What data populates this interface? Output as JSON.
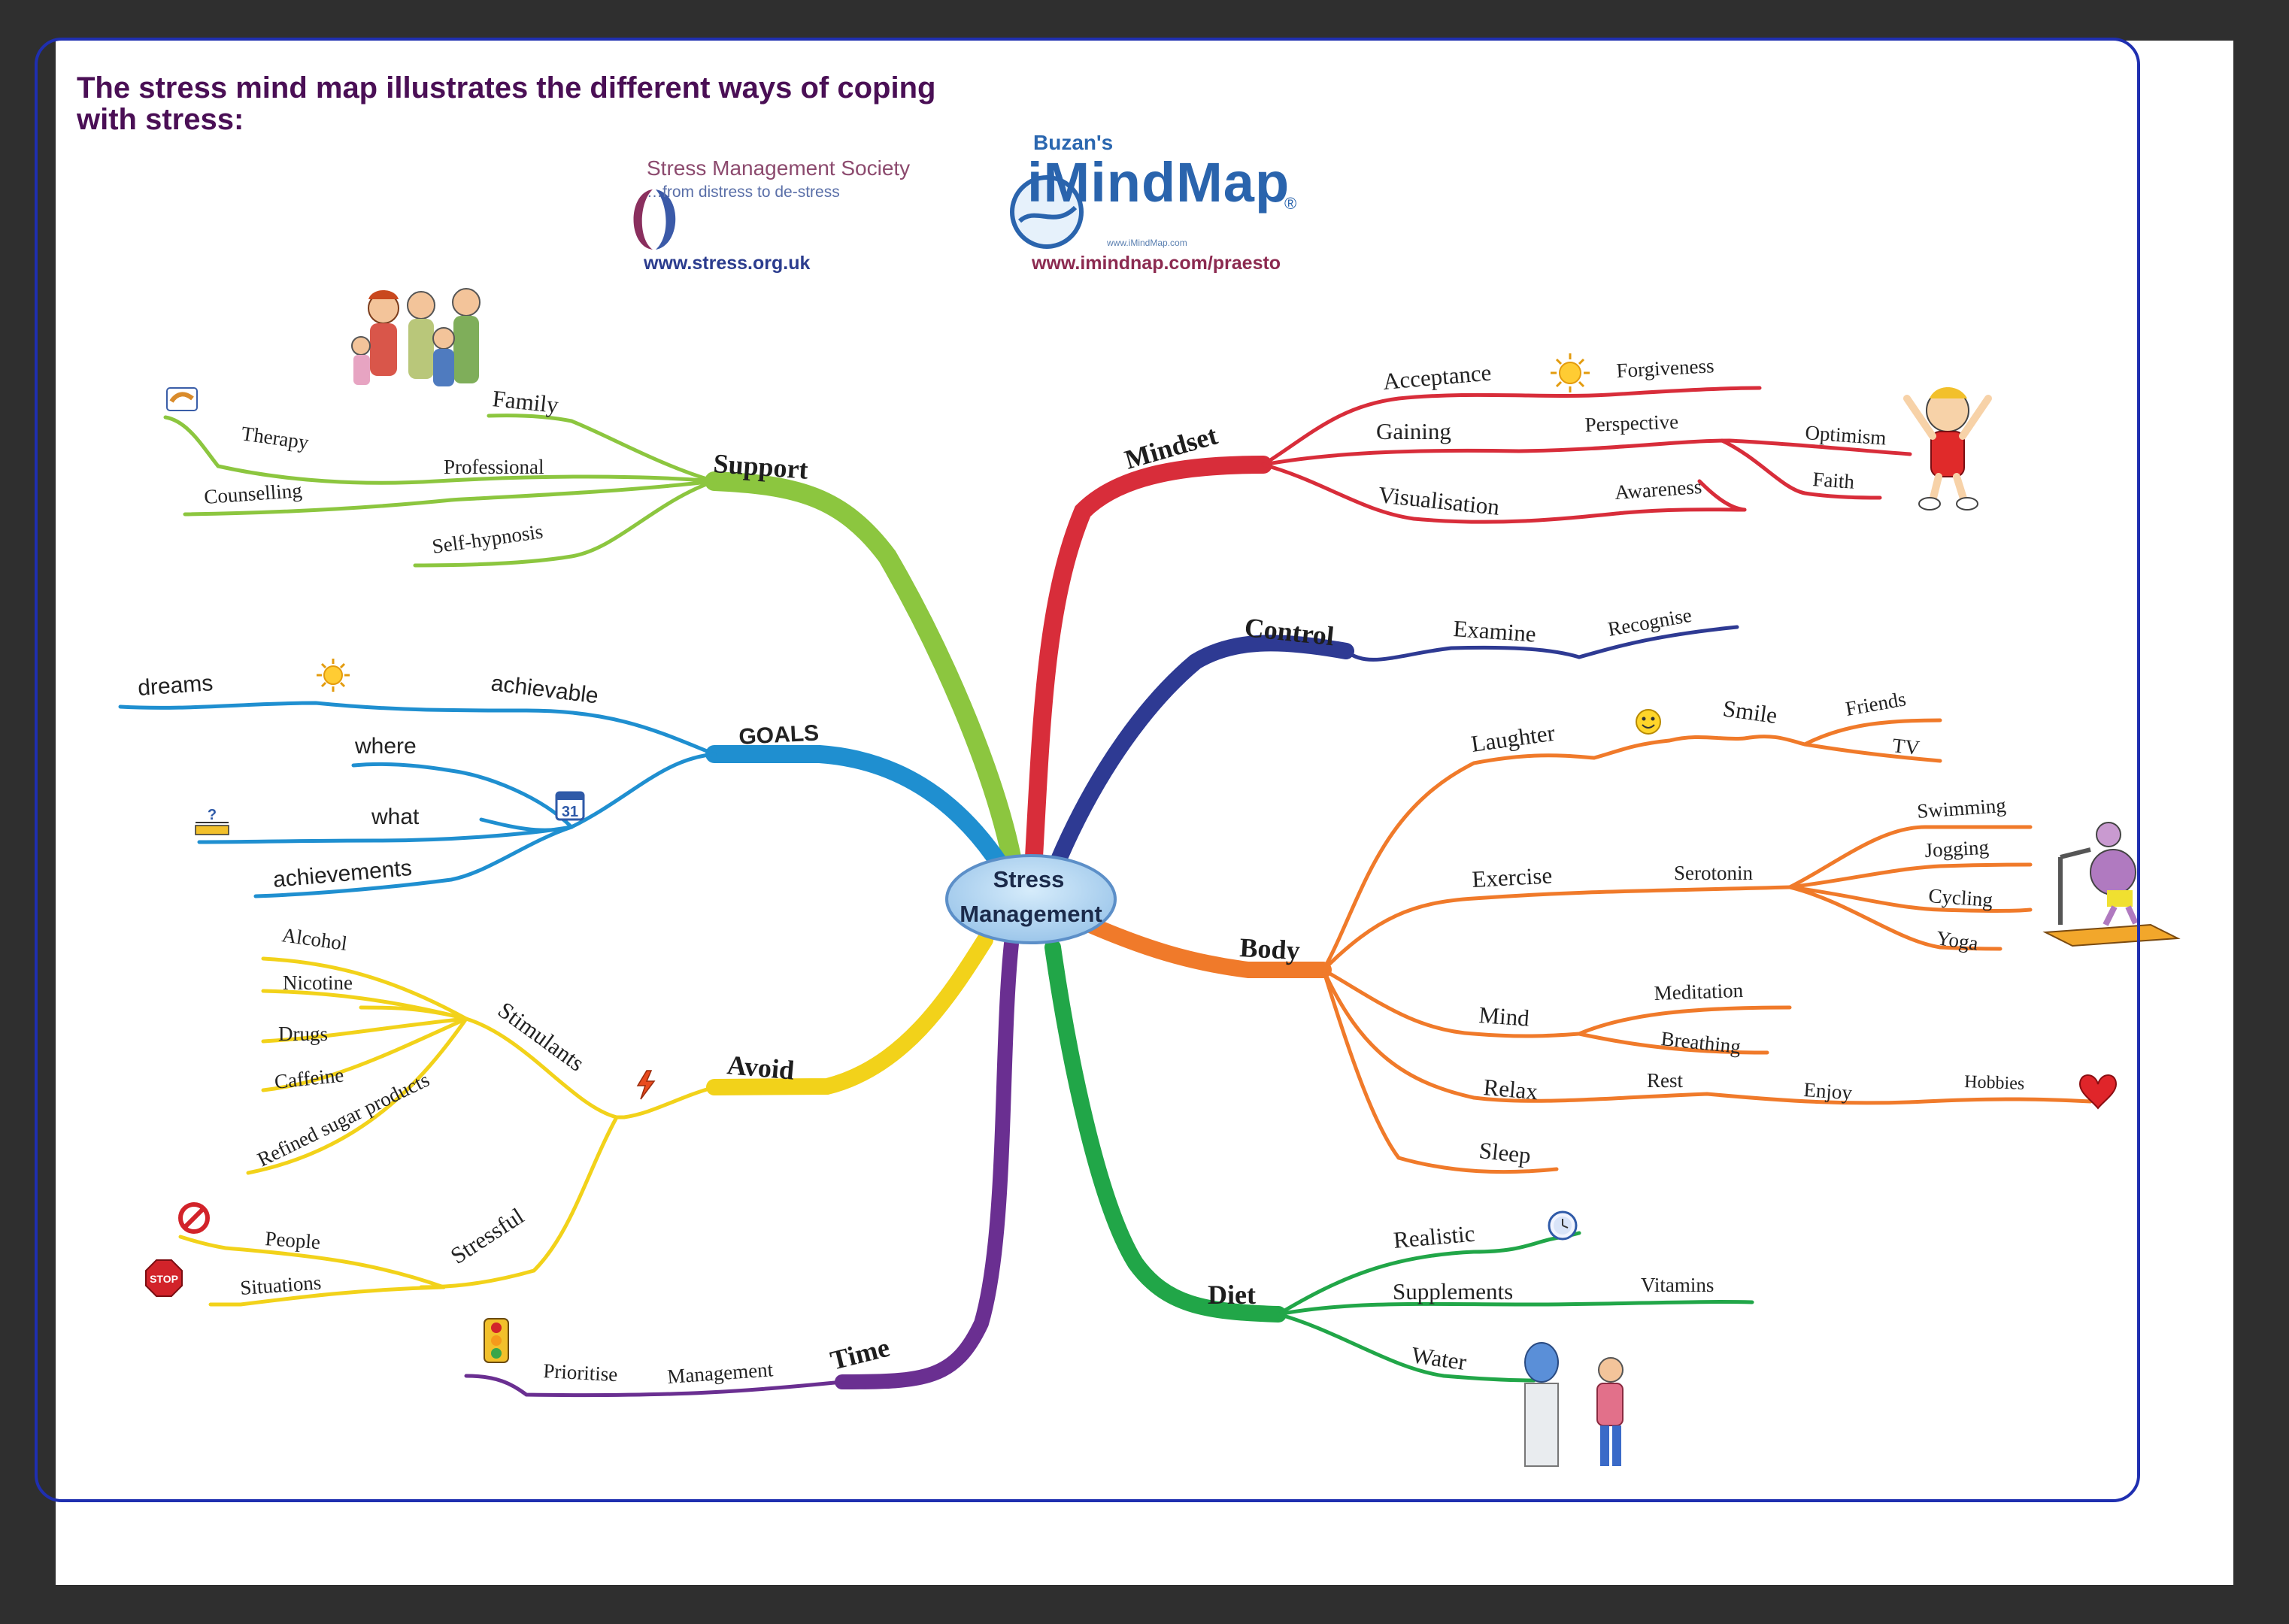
{
  "title": "The stress mind map illustrates the different ways of coping with stress:",
  "logos": {
    "sms_name": "Stress Management Society",
    "sms_tagline": "…from distress to de-stress",
    "imm_buzan": "Buzan's",
    "imm_name": "iMindMap",
    "imm_reg": "®",
    "imm_url": "www.iMindMap.com",
    "url_sms": "www.stress.org.uk",
    "url_imm": "www.imindnap.com/praesto"
  },
  "center": {
    "line1": "Stress",
    "line2": "Management"
  },
  "colors": {
    "support": "#8cc63f",
    "goals": "#1f8fd0",
    "avoid": "#f2d21a",
    "time": "#6a2f91",
    "mindset": "#d82d3a",
    "control": "#2e3a93",
    "body": "#f07a2a",
    "diet": "#21a648",
    "frame": "#1f2fb0",
    "title": "#4a0f55"
  },
  "branches": {
    "support": {
      "label": "Support",
      "family": "Family",
      "professional": "Professional",
      "therapy": "Therapy",
      "counselling": "Counselling",
      "self_hypnosis": "Self-hypnosis"
    },
    "goals": {
      "label": "GOALS",
      "dreams": "dreams",
      "achievable": "achievable",
      "where": "where",
      "what": "what",
      "achievements": "achievements"
    },
    "avoid": {
      "label": "Avoid",
      "stimulants": "Stimulants",
      "alcohol": "Alcohol",
      "nicotine": "Nicotine",
      "drugs": "Drugs",
      "caffeine": "Caffeine",
      "refined_sugar": "Refined sugar products",
      "stressful": "Stressful",
      "people": "People",
      "situations": "Situations"
    },
    "time": {
      "label": "Time",
      "management": "Management",
      "prioritise": "Prioritise"
    },
    "mindset": {
      "label": "Mindset",
      "acceptance": "Acceptance",
      "forgiveness": "Forgiveness",
      "gaining": "Gaining",
      "perspective": "Perspective",
      "optimism": "Optimism",
      "faith": "Faith",
      "visualisation": "Visualisation",
      "awareness": "Awareness"
    },
    "control": {
      "label": "Control",
      "examine": "Examine",
      "recognise": "Recognise"
    },
    "body": {
      "label": "Body",
      "laughter": "Laughter",
      "smile": "Smile",
      "friends": "Friends",
      "tv": "TV",
      "exercise": "Exercise",
      "serotonin": "Serotonin",
      "swimming": "Swimming",
      "jogging": "Jogging",
      "cycling": "Cycling",
      "yoga": "Yoga",
      "mind": "Mind",
      "meditation": "Meditation",
      "breathing": "Breathing",
      "relax": "Relax",
      "rest": "Rest",
      "enjoy": "Enjoy",
      "hobbies": "Hobbies",
      "sleep": "Sleep"
    },
    "diet": {
      "label": "Diet",
      "realistic": "Realistic",
      "supplements": "Supplements",
      "vitamins": "Vitamins",
      "water": "Water"
    }
  },
  "icons": [
    "family-icon",
    "handshake-icon",
    "sun-icon",
    "calendar-icon",
    "question-ruler-icon",
    "lightning-icon",
    "no-entry-icon",
    "stop-sign-icon",
    "traffic-light-icon",
    "cheering-kid-icon",
    "smiley-icon",
    "treadmill-runner-icon",
    "heart-icon",
    "clock-icon",
    "water-cooler-icon"
  ]
}
